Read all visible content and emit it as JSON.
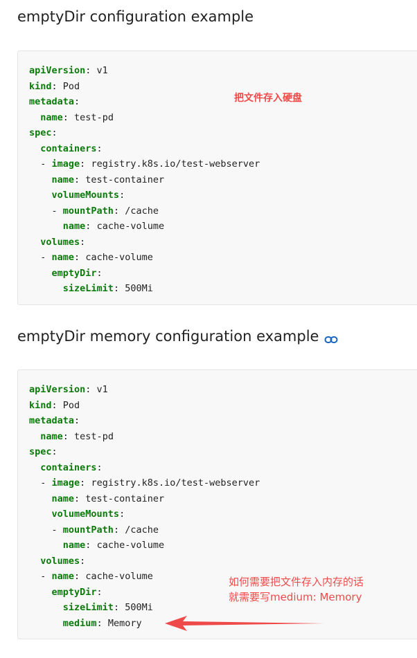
{
  "sections": [
    {
      "title": "emptyDir configuration example",
      "code_lines": [
        {
          "indent": "",
          "prefix": "",
          "key": "apiVersion",
          "value": " v1"
        },
        {
          "indent": "",
          "prefix": "",
          "key": "kind",
          "value": " Pod"
        },
        {
          "indent": "",
          "prefix": "",
          "key": "metadata",
          "value": ""
        },
        {
          "indent": "  ",
          "prefix": "",
          "key": "name",
          "value": " test-pd"
        },
        {
          "indent": "",
          "prefix": "",
          "key": "spec",
          "value": ""
        },
        {
          "indent": "  ",
          "prefix": "",
          "key": "containers",
          "value": ""
        },
        {
          "indent": "  ",
          "prefix": "- ",
          "key": "image",
          "value": " registry.k8s.io/test-webserver"
        },
        {
          "indent": "    ",
          "prefix": "",
          "key": "name",
          "value": " test-container"
        },
        {
          "indent": "    ",
          "prefix": "",
          "key": "volumeMounts",
          "value": ""
        },
        {
          "indent": "    ",
          "prefix": "- ",
          "key": "mountPath",
          "value": " /cache"
        },
        {
          "indent": "      ",
          "prefix": "",
          "key": "name",
          "value": " cache-volume"
        },
        {
          "indent": "  ",
          "prefix": "",
          "key": "volumes",
          "value": ""
        },
        {
          "indent": "  ",
          "prefix": "- ",
          "key": "name",
          "value": " cache-volume"
        },
        {
          "indent": "    ",
          "prefix": "",
          "key": "emptyDir",
          "value": ""
        },
        {
          "indent": "      ",
          "prefix": "",
          "key": "sizeLimit",
          "value": " 500Mi"
        }
      ],
      "annotation": [
        "把文件存入硬盘"
      ]
    },
    {
      "title": "emptyDir memory configuration example",
      "link_icon": "link-icon",
      "code_lines": [
        {
          "indent": "",
          "prefix": "",
          "key": "apiVersion",
          "value": " v1"
        },
        {
          "indent": "",
          "prefix": "",
          "key": "kind",
          "value": " Pod"
        },
        {
          "indent": "",
          "prefix": "",
          "key": "metadata",
          "value": ""
        },
        {
          "indent": "  ",
          "prefix": "",
          "key": "name",
          "value": " test-pd"
        },
        {
          "indent": "",
          "prefix": "",
          "key": "spec",
          "value": ""
        },
        {
          "indent": "  ",
          "prefix": "",
          "key": "containers",
          "value": ""
        },
        {
          "indent": "  ",
          "prefix": "- ",
          "key": "image",
          "value": " registry.k8s.io/test-webserver"
        },
        {
          "indent": "    ",
          "prefix": "",
          "key": "name",
          "value": " test-container"
        },
        {
          "indent": "    ",
          "prefix": "",
          "key": "volumeMounts",
          "value": ""
        },
        {
          "indent": "    ",
          "prefix": "- ",
          "key": "mountPath",
          "value": " /cache"
        },
        {
          "indent": "      ",
          "prefix": "",
          "key": "name",
          "value": " cache-volume"
        },
        {
          "indent": "  ",
          "prefix": "",
          "key": "volumes",
          "value": ""
        },
        {
          "indent": "  ",
          "prefix": "- ",
          "key": "name",
          "value": " cache-volume"
        },
        {
          "indent": "    ",
          "prefix": "",
          "key": "emptyDir",
          "value": ""
        },
        {
          "indent": "      ",
          "prefix": "",
          "key": "sizeLimit",
          "value": " 500Mi"
        },
        {
          "indent": "      ",
          "prefix": "",
          "key": "medium",
          "value": " Memory"
        }
      ],
      "annotation": [
        "如何需要把文件存入内存的话",
        "就需要写medium: Memory"
      ]
    }
  ],
  "colors": {
    "yaml_key": "#0b7a0b",
    "annotation": "#ef4a4a",
    "link": "#1565c0"
  }
}
